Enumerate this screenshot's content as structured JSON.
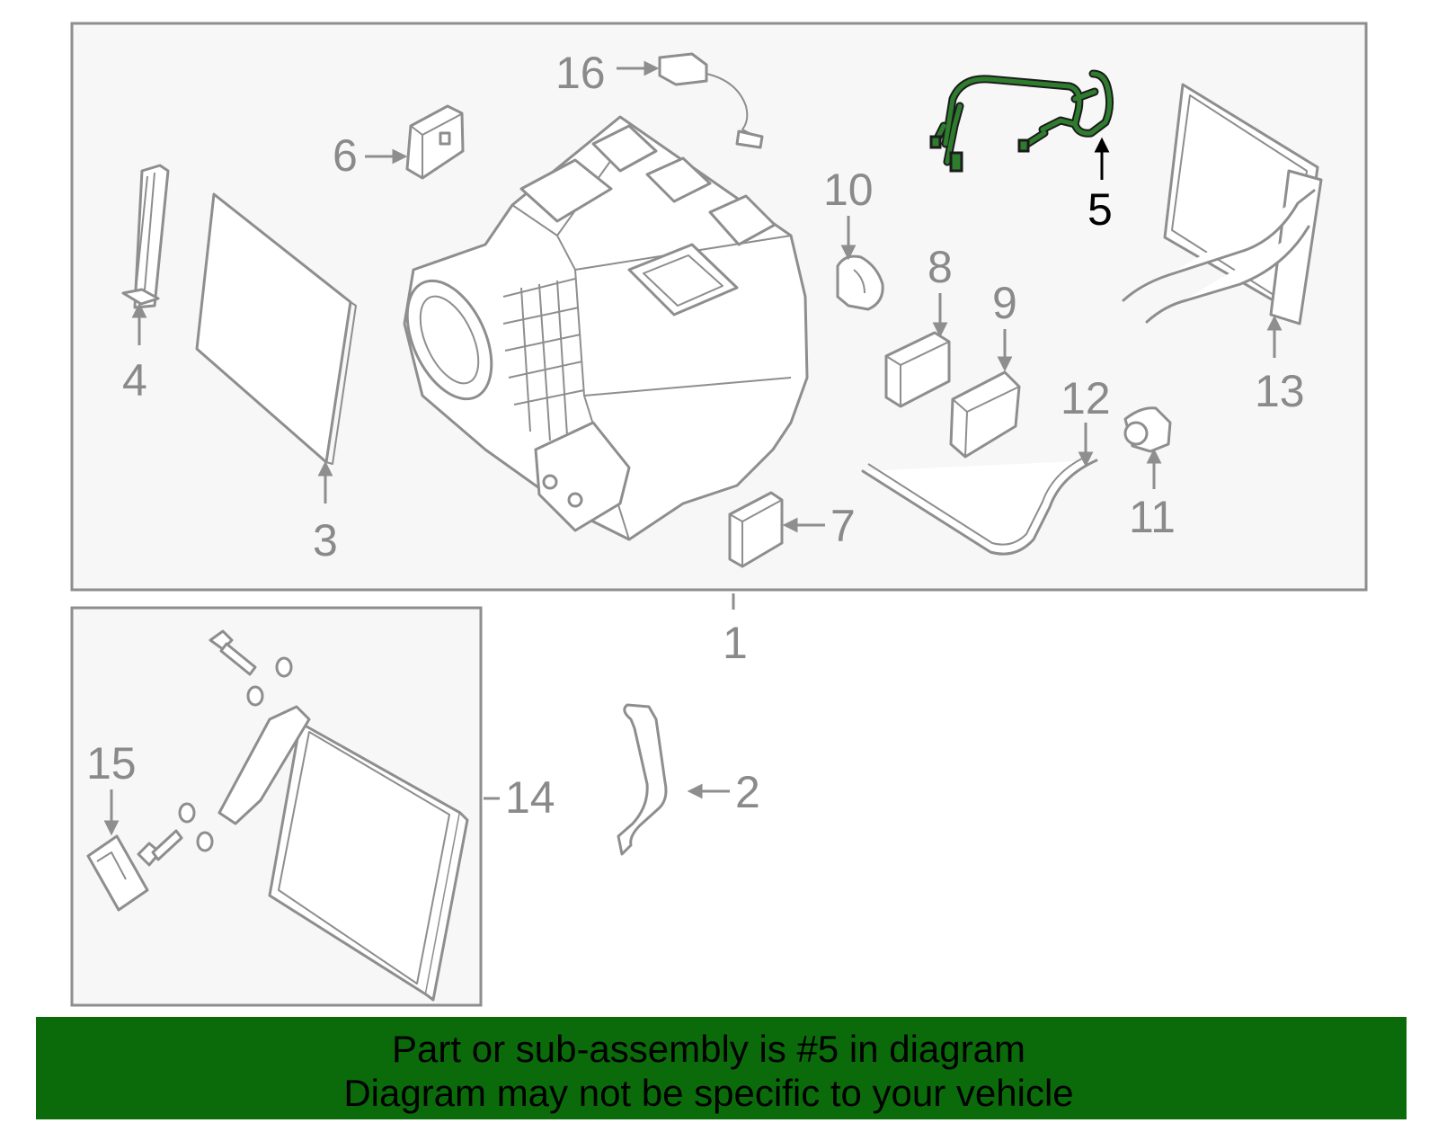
{
  "callouts": {
    "c1": "1",
    "c2": "2",
    "c3": "3",
    "c4": "4",
    "c5": "5",
    "c6": "6",
    "c7": "7",
    "c8": "8",
    "c9": "9",
    "c10": "10",
    "c11": "11",
    "c12": "12",
    "c13": "13",
    "c14": "14",
    "c15": "15",
    "c16": "16"
  },
  "highlighted_part": "5",
  "highlight_color": "#2e7d2e",
  "banner": {
    "color": "#0b6b0b",
    "line1": "Part or sub-assembly is #5 in diagram",
    "line2": "Diagram may not be specific to your vehicle"
  }
}
